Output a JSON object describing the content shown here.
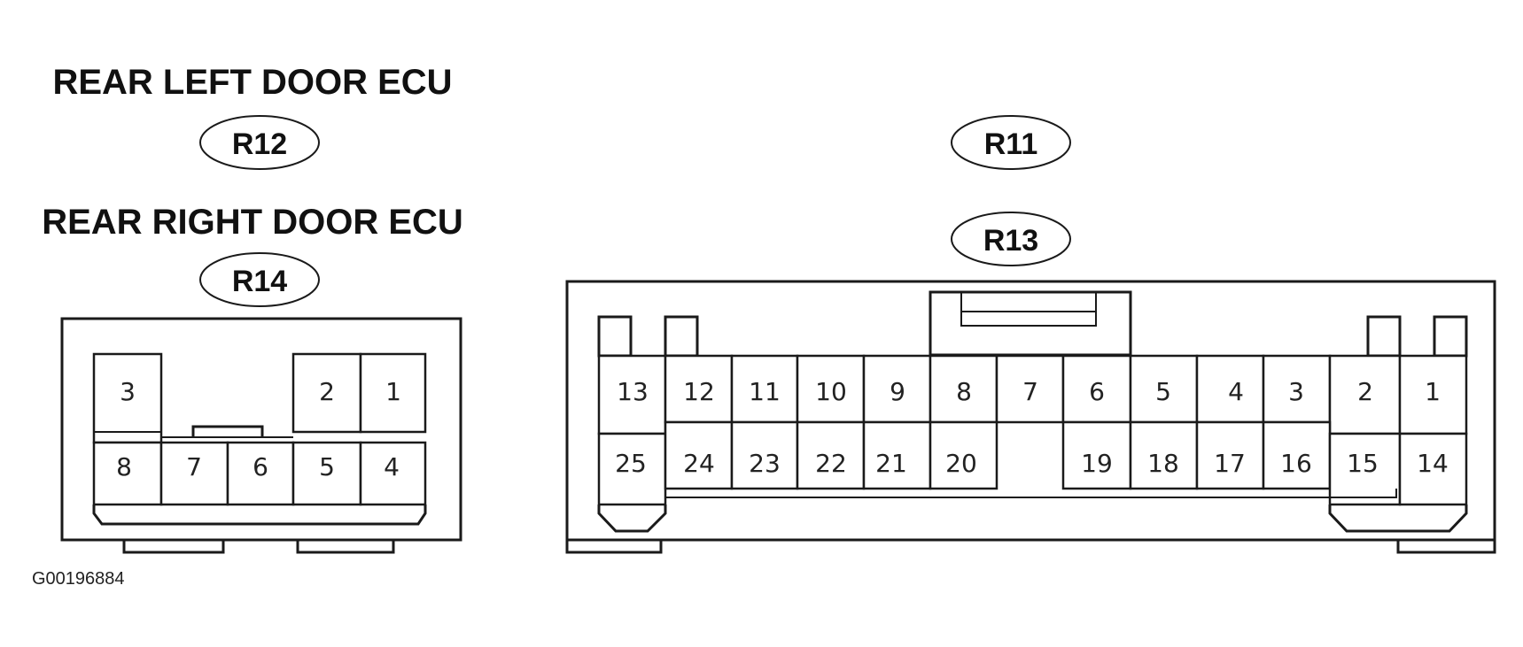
{
  "headings": {
    "left_top": "REAR LEFT DOOR ECU",
    "left_bottom": "REAR RIGHT DOOR ECU"
  },
  "connector_ids": {
    "r12": "R12",
    "r14": "R14",
    "r11": "R11",
    "r13": "R13"
  },
  "small_connector": {
    "top_row": [
      "3",
      "2",
      "1"
    ],
    "bottom_row": [
      "8",
      "7",
      "6",
      "5",
      "4"
    ]
  },
  "large_connector": {
    "top_row": [
      "13",
      "12",
      "11",
      "10",
      "9",
      "8",
      "7",
      "6",
      "5",
      "4",
      "3",
      "2",
      "1"
    ],
    "bottom_row": [
      "25",
      "24",
      "23",
      "22",
      "21",
      "20",
      "19",
      "18",
      "17",
      "16",
      "15",
      "14"
    ]
  },
  "figure_id": "G00196884",
  "colors": {
    "line": "#1a1a1a",
    "background": "#ffffff"
  }
}
